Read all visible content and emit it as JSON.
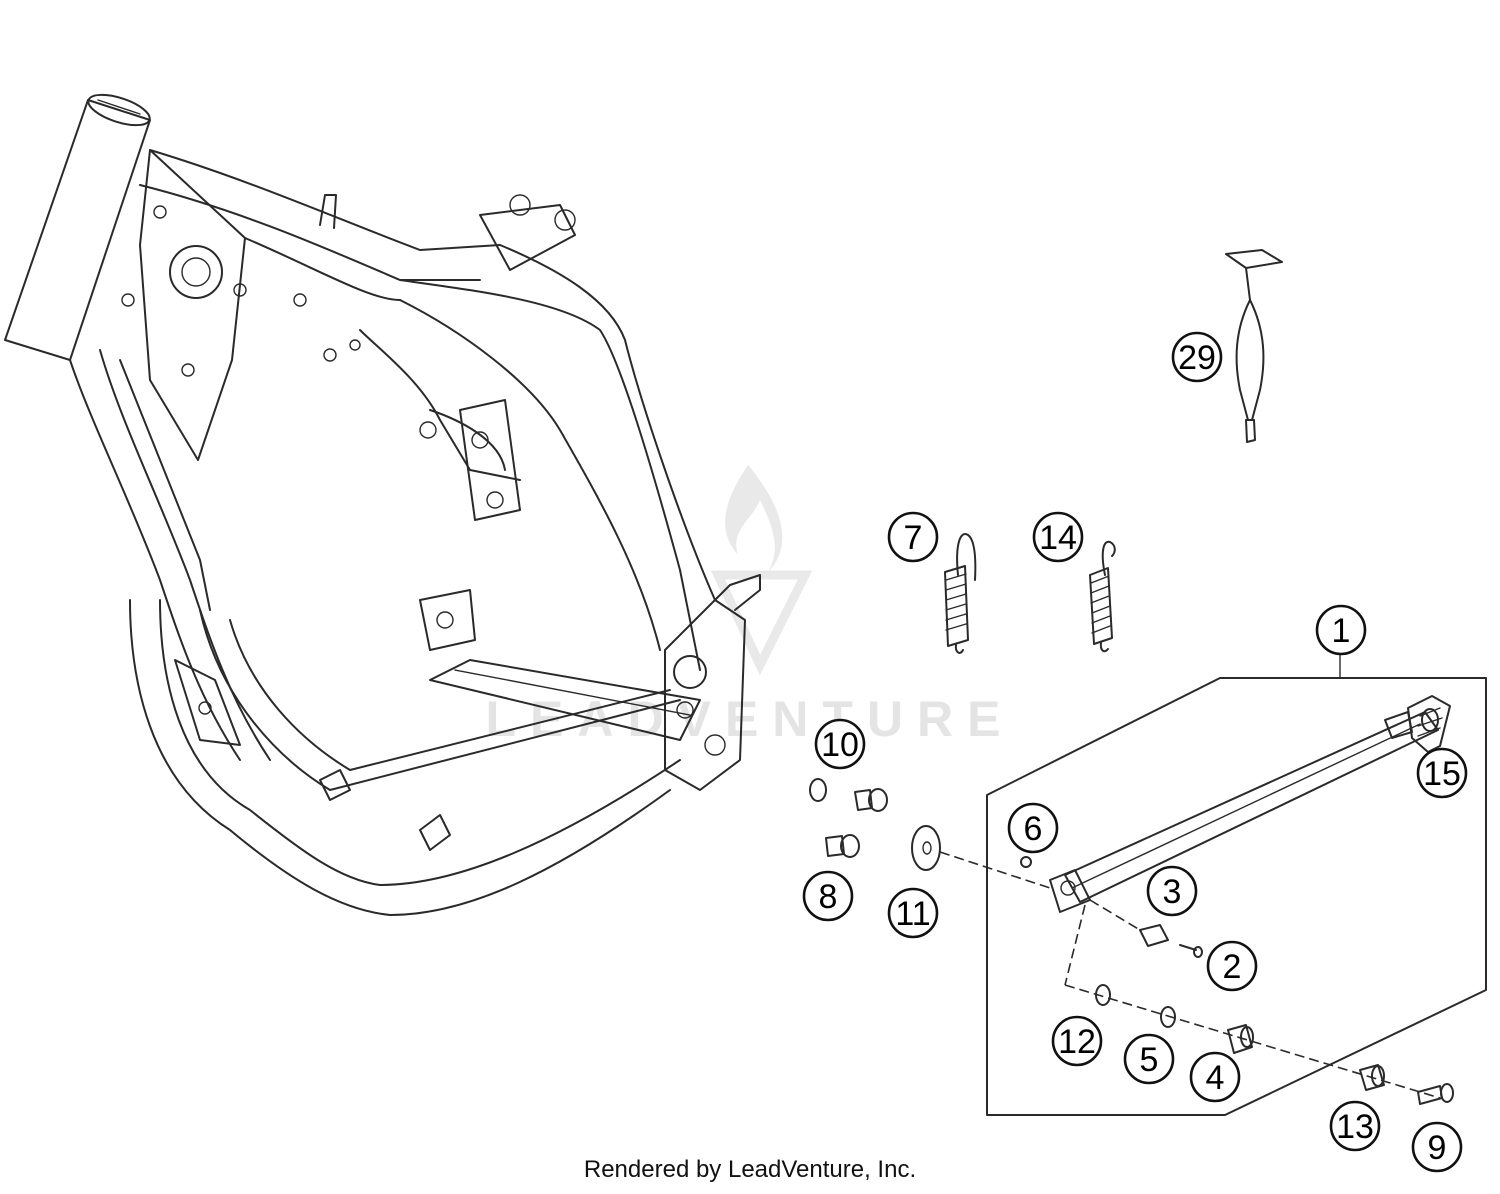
{
  "watermark": {
    "text": "LEADVENTURE"
  },
  "footer": {
    "credit": "Rendered by LeadVenture, Inc."
  },
  "callouts": [
    {
      "id": "1",
      "label": "1"
    },
    {
      "id": "2",
      "label": "2"
    },
    {
      "id": "3",
      "label": "3"
    },
    {
      "id": "4",
      "label": "4"
    },
    {
      "id": "5",
      "label": "5"
    },
    {
      "id": "6",
      "label": "6"
    },
    {
      "id": "7",
      "label": "7"
    },
    {
      "id": "8",
      "label": "8"
    },
    {
      "id": "9",
      "label": "9"
    },
    {
      "id": "10",
      "label": "10"
    },
    {
      "id": "11",
      "label": "11"
    },
    {
      "id": "12",
      "label": "12"
    },
    {
      "id": "13",
      "label": "13"
    },
    {
      "id": "14",
      "label": "14"
    },
    {
      "id": "15",
      "label": "15"
    },
    {
      "id": "29",
      "label": "29"
    }
  ]
}
